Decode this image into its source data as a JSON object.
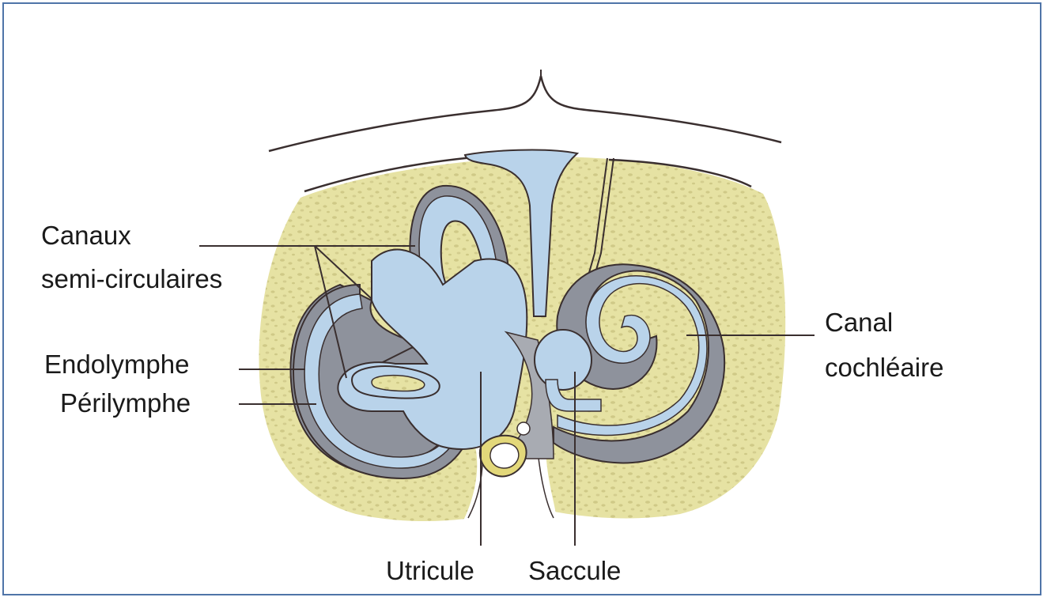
{
  "diagram": {
    "labels": {
      "canaux": "Canaux",
      "semi_circulaires": "semi-circulaires",
      "endolymphe": "Endolymphe",
      "perilymphe": "Périlymphe",
      "canal": "Canal",
      "cochleaire": "cochléaire",
      "utricule": "Utricule",
      "saccule": "Saccule"
    },
    "colors": {
      "bone": "#e6e2a3",
      "bone_dots": "#cfc987",
      "perilymph": "#8e929c",
      "endolymph": "#b9d3ea",
      "membrane": "#a8abb2",
      "outline": "#3a2f2f",
      "stapes": "#e3d87a",
      "frame": "#4f74a8"
    }
  }
}
